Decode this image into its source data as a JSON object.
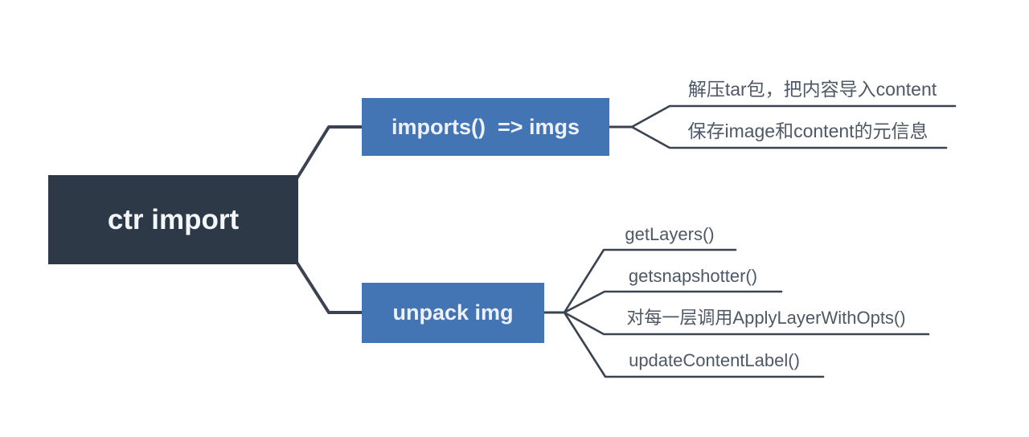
{
  "colors": {
    "background": "#ffffff",
    "root_node_bg": "#2e3947",
    "root_node_text": "#f4f7fa",
    "branch_node_bg": "#4375b5",
    "branch_node_text": "#eef2f8",
    "connector": "#3b4350",
    "leaf_text": "#4e5866"
  },
  "mindmap": {
    "root": {
      "label": "ctr import"
    },
    "branches": [
      {
        "label": "imports()  => imgs",
        "leaves": [
          "解压tar包，把内容导入content",
          "保存image和content的元信息"
        ]
      },
      {
        "label": "unpack img",
        "leaves": [
          "getLayers()",
          "getsnapshotter()",
          "对每一层调用ApplyLayerWithOpts()",
          "updateContentLabel()"
        ]
      }
    ]
  }
}
